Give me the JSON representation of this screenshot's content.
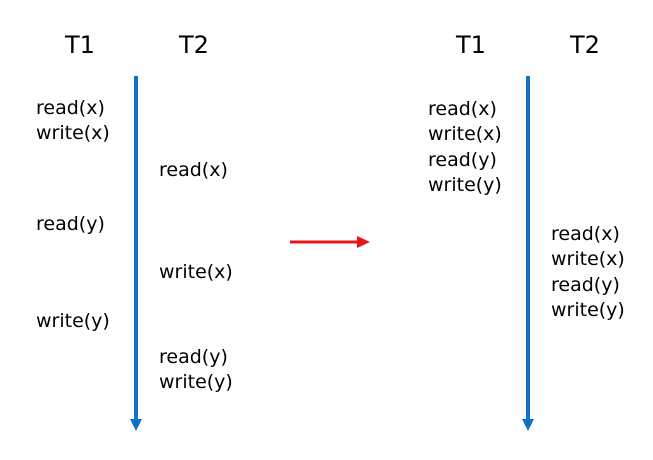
{
  "colors": {
    "timeline": "#1273c6",
    "arrow": "#e8141a",
    "text": "#000000"
  },
  "left": {
    "header_t1": "T1",
    "header_t2": "T2",
    "t1_ops": [
      "read(x)",
      "write(x)",
      "read(y)",
      "write(y)"
    ],
    "t2_ops": [
      "read(x)",
      "write(x)",
      "read(y)",
      "write(y)"
    ]
  },
  "right": {
    "header_t1": "T1",
    "header_t2": "T2",
    "t1_ops": [
      "read(x)",
      "write(x)",
      "read(y)",
      "write(y)"
    ],
    "t2_ops": [
      "read(x)",
      "write(x)",
      "read(y)",
      "write(y)"
    ]
  }
}
